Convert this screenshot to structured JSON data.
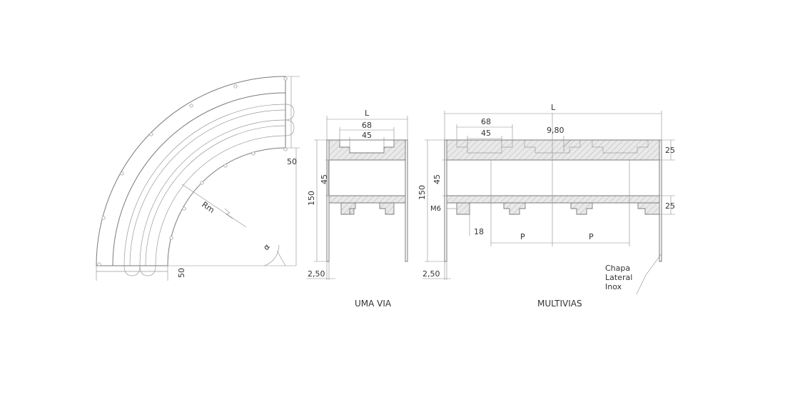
{
  "curve": {
    "radius_label": "Rm",
    "angle_label": "α",
    "offset_right_label": "50",
    "offset_bottom_label": "50"
  },
  "uma_via": {
    "title": "UMA VIA",
    "width_label": "L",
    "dim_68": "68",
    "dim_45_top": "45",
    "dim_45_side": "45",
    "height_label": "150",
    "thickness_label": "2,50"
  },
  "multivias": {
    "title": "MULTIVIAS",
    "width_label": "L",
    "dim_68": "68",
    "dim_45_top": "45",
    "dim_980": "9,80",
    "dim_25_top": "25",
    "dim_25_bottom": "25",
    "dim_45_side": "45",
    "height_label": "150",
    "thread_label": "M6",
    "dim_18": "18",
    "pitch_label_1": "P",
    "pitch_label_2": "P",
    "thickness_label": "2,50",
    "callout_line1": "Chapa",
    "callout_line2": "Lateral",
    "callout_line3": "Inox"
  }
}
